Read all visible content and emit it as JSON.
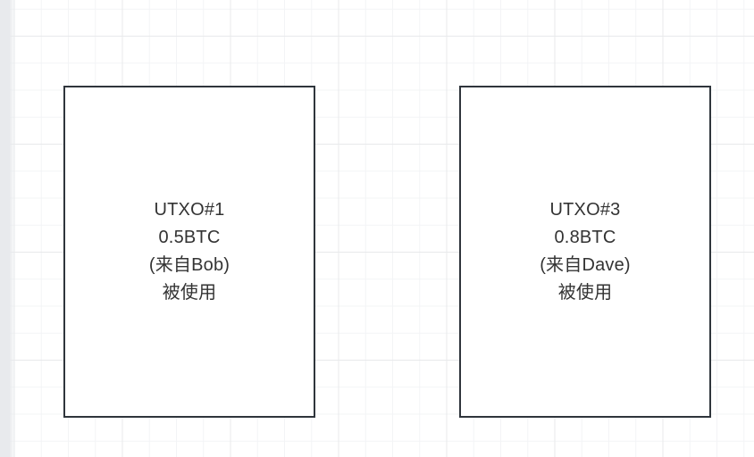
{
  "theme": {
    "canvas_bg": "#ffffff",
    "grid_minor": "#f3f4f6",
    "grid_major": "#e8e9eb",
    "left_edge": "#e8eaed",
    "node_fill": "#ffffff",
    "node_stroke": "#2f353c",
    "text_color": "#333333"
  },
  "diagram": {
    "nodes": [
      {
        "id": "utxo-1",
        "lines": [
          "UTXO#1",
          "0.5BTC",
          "(来自Bob)",
          "被使用"
        ]
      },
      {
        "id": "utxo-3",
        "lines": [
          "UTXO#3",
          "0.8BTC",
          "(来自Dave)",
          "被使用"
        ]
      }
    ]
  }
}
